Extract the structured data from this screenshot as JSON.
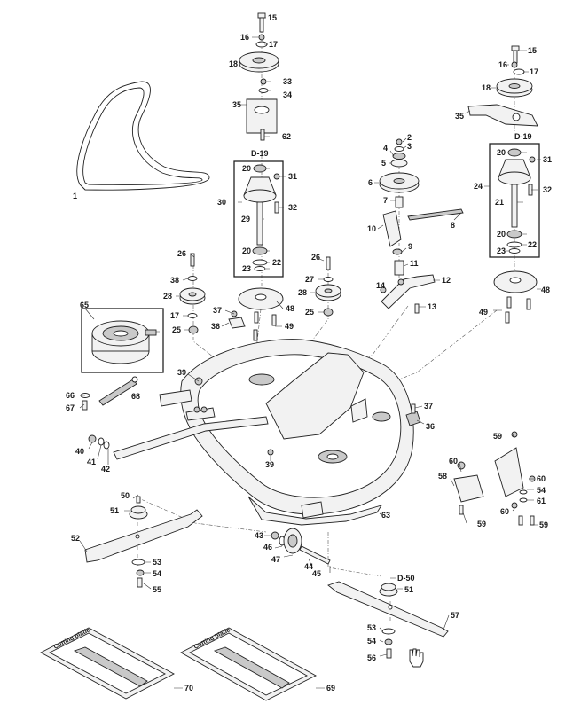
{
  "diagram": {
    "labels": {
      "p1": "1",
      "p2": "2",
      "p3": "3",
      "p4": "4",
      "p5": "5",
      "p6": "6",
      "p7": "7",
      "p8": "8",
      "p9": "9",
      "p10": "10",
      "p11": "11",
      "p12": "12",
      "p13": "13",
      "p14": "14",
      "p15a": "15",
      "p15b": "15",
      "p16a": "16",
      "p16b": "16",
      "p17a": "17",
      "p17b": "17",
      "p17c": "17",
      "p18a": "18",
      "p18b": "18",
      "p19a": "D-19",
      "p19b": "D-19",
      "p20a": "20",
      "p20b": "20",
      "p20c": "20",
      "p20d": "20",
      "p21": "21",
      "p22a": "22",
      "p22b": "22",
      "p23a": "23",
      "p23b": "23",
      "p24": "24",
      "p25a": "25",
      "p25b": "25",
      "p26a": "26",
      "p26b": "26",
      "p27": "27",
      "p28a": "28",
      "p28b": "28",
      "p29": "29",
      "p30": "30",
      "p31a": "31",
      "p31b": "31",
      "p32a": "32",
      "p32b": "32",
      "p33": "33",
      "p34": "34",
      "p35a": "35",
      "p35b": "35",
      "p36a": "36",
      "p36b": "36",
      "p37a": "37",
      "p37b": "37",
      "p38": "38",
      "p39a": "39",
      "p39b": "39",
      "p40": "40",
      "p41": "41",
      "p42": "42",
      "p43": "43",
      "p44": "44",
      "p45": "45",
      "p46": "46",
      "p47": "47",
      "p48a": "48",
      "p48b": "48",
      "p49a": "49",
      "p49b": "49",
      "p50a": "50",
      "p50b": "D-50",
      "p51a": "51",
      "p51b": "51",
      "p52": "52",
      "p53a": "53",
      "p53b": "53",
      "p54a": "54",
      "p54b": "54",
      "p54c": "54",
      "p55": "55",
      "p56": "56",
      "p57": "57",
      "p58": "58",
      "p59a": "59",
      "p59b": "59",
      "p59c": "59",
      "p60a": "60",
      "p60b": "60",
      "p60c": "60",
      "p61": "61",
      "p62": "62",
      "p63": "63",
      "p65": "65",
      "p66": "66",
      "p67": "67",
      "p68": "68",
      "p69": "69",
      "p70": "70"
    },
    "packaging_text": "Cutting blade",
    "colors": {
      "line": "#222222",
      "fill": "#f2f2f2",
      "shade": "#c9c9c9"
    }
  }
}
